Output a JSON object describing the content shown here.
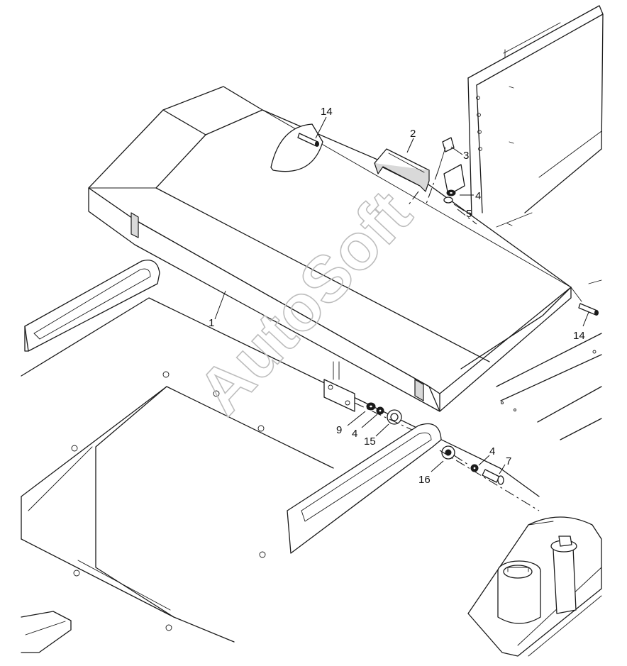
{
  "watermark": {
    "text": "AutoSoft"
  },
  "callouts": [
    {
      "id": "1",
      "label": "1"
    },
    {
      "id": "2",
      "label": "2"
    },
    {
      "id": "3",
      "label": "3"
    },
    {
      "id": "4a",
      "label": "4"
    },
    {
      "id": "5",
      "label": "5"
    },
    {
      "id": "9",
      "label": "9"
    },
    {
      "id": "4b",
      "label": "4"
    },
    {
      "id": "15",
      "label": "15"
    },
    {
      "id": "4c",
      "label": "4"
    },
    {
      "id": "7",
      "label": "7"
    },
    {
      "id": "16",
      "label": "16"
    },
    {
      "id": "14a",
      "label": "14"
    },
    {
      "id": "14b",
      "label": "14"
    }
  ],
  "colors": {
    "line": "#1a1a1a",
    "watermark": "#bdbdbd",
    "background": "#ffffff"
  }
}
